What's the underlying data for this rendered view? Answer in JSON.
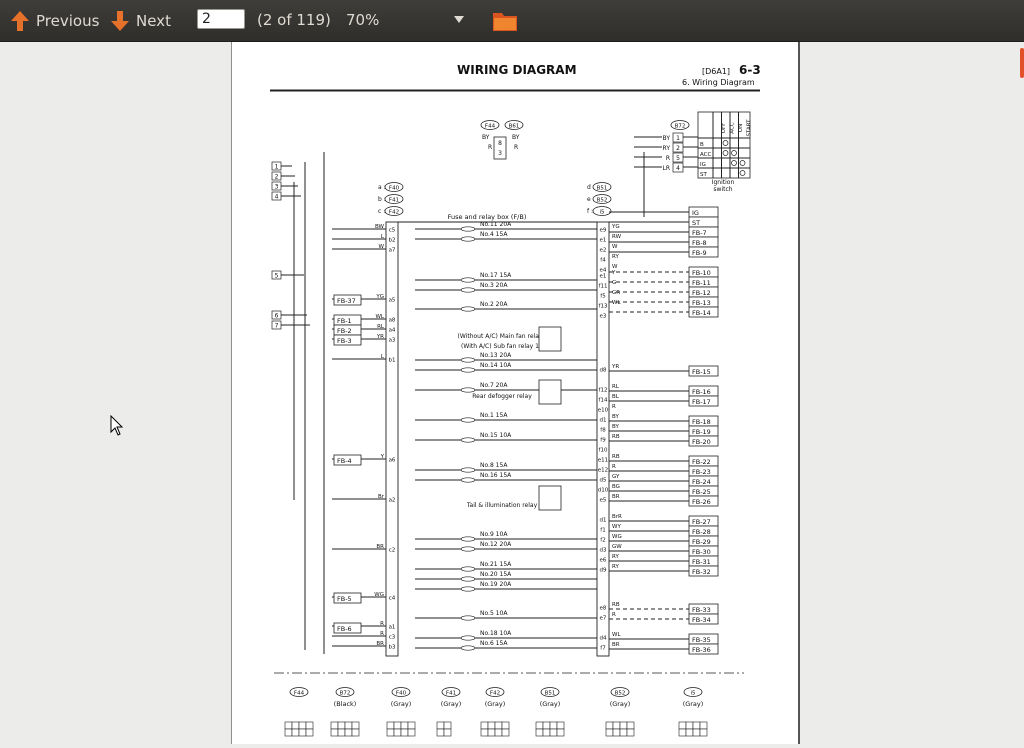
{
  "toolbar": {
    "previous_label": "Previous",
    "next_label": "Next",
    "page_value": "2",
    "page_count": "(2 of 119)",
    "zoom_value": "70%",
    "accent": "#e5712a"
  },
  "document": {
    "heading": "WIRING DIAGRAM",
    "code": "[D6A1]",
    "section_num": "6-3",
    "section_sub": "6.  Wiring Diagram",
    "ignition": {
      "connector": "B72",
      "cols": [
        "OFF",
        "ACC",
        "ON",
        "START"
      ],
      "rows": [
        "B",
        "ACC",
        "IG",
        "ST"
      ],
      "pins": [
        "1",
        "2",
        "5",
        "4"
      ],
      "wires": [
        "BY",
        "RY",
        "R",
        "LR"
      ],
      "label1": "Ignition",
      "label2": "switch"
    },
    "top_connectors": {
      "left": "F44",
      "right": "B61",
      "w1": "BY",
      "w2": "R",
      "w3": "BY",
      "w4": "R",
      "p1": "8",
      "p2": "3"
    },
    "left_pins": [
      "1",
      "2",
      "3",
      "4",
      "5",
      "6",
      "7"
    ],
    "conn_legend_left": [
      {
        "key": "a :",
        "name": "F40"
      },
      {
        "key": "b :",
        "name": "F41"
      },
      {
        "key": "c :",
        "name": "F42"
      }
    ],
    "conn_legend_right": [
      {
        "key": "d :",
        "name": "B51"
      },
      {
        "key": "e :",
        "name": "B52"
      },
      {
        "key": "f :",
        "name": "i5"
      }
    ],
    "fusebox_label": "Fuse and relay box (F/B)",
    "left_fb": [
      "FB-37",
      "FB-1",
      "FB-2",
      "FB-3",
      "FB-4",
      "FB-5",
      "FB-6"
    ],
    "left_terms": [
      {
        "t": "c5",
        "w": "BW"
      },
      {
        "t": "b2",
        "w": "L"
      },
      {
        "t": "a7",
        "w": "W"
      },
      {
        "t": "a5",
        "w": "YG"
      },
      {
        "t": "a8",
        "w": "WL"
      },
      {
        "t": "a4",
        "w": "RL"
      },
      {
        "t": "a3",
        "w": "YR"
      },
      {
        "t": "b1",
        "w": "L"
      },
      {
        "t": "a6",
        "w": "Y"
      },
      {
        "t": "a2",
        "w": "Br"
      },
      {
        "t": "c2",
        "w": "BR"
      },
      {
        "t": "c4",
        "w": "WG"
      },
      {
        "t": "a1",
        "w": "R"
      },
      {
        "t": "c3",
        "w": "R"
      },
      {
        "t": "b3",
        "w": "BR"
      }
    ],
    "fuses": [
      "No.11 20A",
      "No.4  15A",
      "No.17 15A",
      "No.3  20A",
      "No.2  20A",
      "No.13 20A",
      "No.14 10A",
      "No.7  20A",
      "No.1  15A",
      "No.15 10A",
      "No.8  15A",
      "No.16 15A",
      "No.9  10A",
      "No.12 20A",
      "No.21 15A",
      "No.20 15A",
      "No.19 20A",
      "No.5  10A",
      "No.18 10A",
      "No.6  15A"
    ],
    "relays": {
      "fan1": "(Without A/C) Main fan relay",
      "fan2": "(With A/C) Sub fan relay 1",
      "defog": "Rear defogger relay",
      "tail": "Tail & illumination relay"
    },
    "right_terms": [
      {
        "t": "e9",
        "w": "YG"
      },
      {
        "t": "e1",
        "w": "RW"
      },
      {
        "t": "e2",
        "w": "W"
      },
      {
        "t": "f4",
        "w": "RY"
      },
      {
        "t": "e4",
        "w": "W"
      },
      {
        "t": "e1",
        "w": "Y"
      },
      {
        "t": "f11",
        "w": "G"
      },
      {
        "t": "f5",
        "w": "GR"
      },
      {
        "t": "f13",
        "w": "WL"
      },
      {
        "t": "e3",
        "w": ""
      },
      {
        "t": "d8",
        "w": "YR"
      },
      {
        "t": "f12",
        "w": "RL"
      },
      {
        "t": "f14",
        "w": "BL"
      },
      {
        "t": "e10",
        "w": "R"
      },
      {
        "t": "d1",
        "w": "BY"
      },
      {
        "t": "f8",
        "w": "BY"
      },
      {
        "t": "f9",
        "w": "RB"
      },
      {
        "t": "f10",
        "w": ""
      },
      {
        "t": "e11",
        "w": "RB"
      },
      {
        "t": "e12",
        "w": "R"
      },
      {
        "t": "d5",
        "w": "GY"
      },
      {
        "t": "d10",
        "w": "BG"
      },
      {
        "t": "e5",
        "w": "BR"
      },
      {
        "t": "d1",
        "w": "BrR"
      },
      {
        "t": "f1",
        "w": "WY"
      },
      {
        "t": "f2",
        "w": "WG"
      },
      {
        "t": "d3",
        "w": "GW"
      },
      {
        "t": "e6",
        "w": "RY"
      },
      {
        "t": "d9",
        "w": "RY"
      },
      {
        "t": "e8",
        "w": "RB"
      },
      {
        "t": "e7",
        "w": "R"
      },
      {
        "t": "d4",
        "w": "WL"
      },
      {
        "t": "f7",
        "w": "BR"
      }
    ],
    "right_fb": [
      "IG",
      "ST",
      "FB-7",
      "FB-8",
      "FB-9",
      "FB-10",
      "FB-11",
      "FB-12",
      "FB-13",
      "FB-14",
      "FB-15",
      "FB-16",
      "FB-17",
      "FB-18",
      "FB-19",
      "FB-20",
      "FB-22",
      "FB-23",
      "FB-24",
      "FB-25",
      "FB-26",
      "FB-27",
      "FB-28",
      "FB-29",
      "FB-30",
      "FB-31",
      "FB-32",
      "FB-33",
      "FB-34",
      "FB-35",
      "FB-36"
    ],
    "bottom_connectors": [
      {
        "name": "F44",
        "color": ""
      },
      {
        "name": "B72",
        "color": "(Black)"
      },
      {
        "name": "F40",
        "color": "(Gray)"
      },
      {
        "name": "F41",
        "color": "(Gray)"
      },
      {
        "name": "F42",
        "color": "(Gray)"
      },
      {
        "name": "B51",
        "color": "(Gray)"
      },
      {
        "name": "B52",
        "color": "(Gray)"
      },
      {
        "name": "i5",
        "color": "(Gray)"
      }
    ]
  }
}
